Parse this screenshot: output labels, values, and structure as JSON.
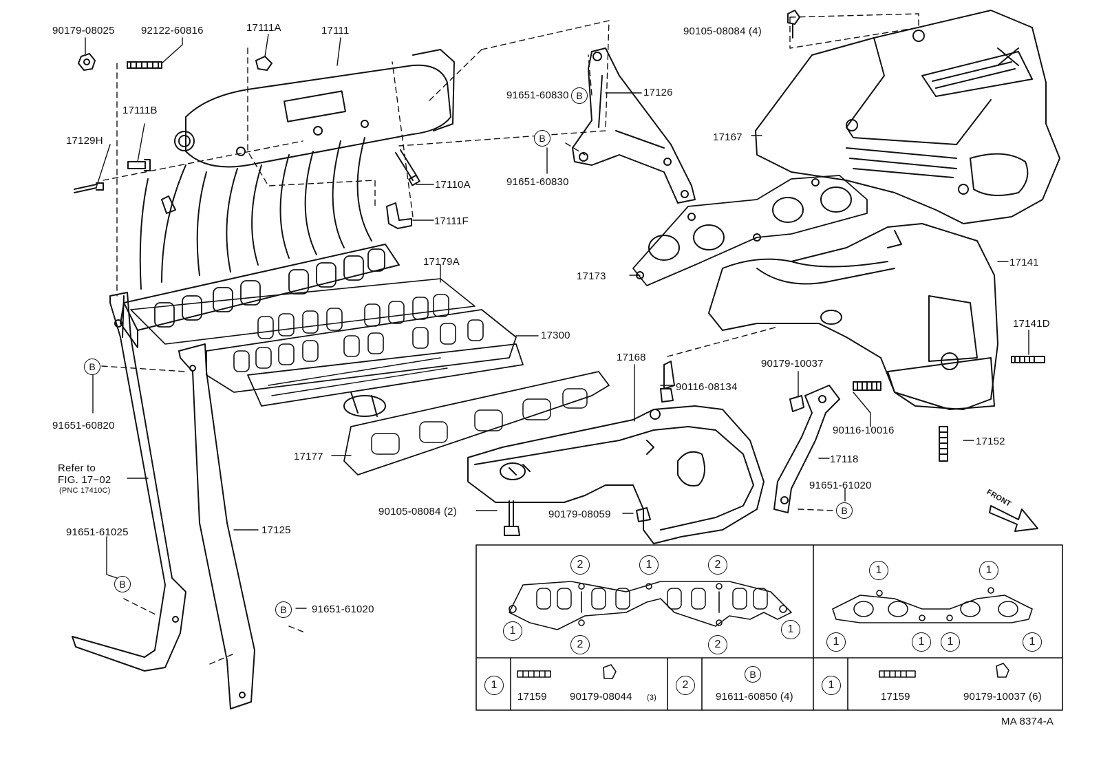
{
  "parts": {
    "p90179_08025": "90179-08025",
    "p92122_60816": "92122-60816",
    "p17111A": "17111A",
    "p17111": "17111",
    "p17111B": "17111B",
    "p17129H": "17129H",
    "p17110A": "17110A",
    "p17111F": "17111F",
    "p17179A": "17179A",
    "p17300": "17300",
    "p91651_60820": "91651-60820",
    "p17177": "17177",
    "p91651_61025": "91651-61025",
    "p17125": "17125",
    "p91651_61020_a": "91651-61020",
    "p91651_60830_a": "91651-60830",
    "p91651_60830_b": "91651-60830",
    "p17126": "17126",
    "p90105_08084_4": "90105-08084 (4)",
    "p17167": "17167",
    "p17173": "17173",
    "p17141": "17141",
    "p17141D": "17141D",
    "p17168": "17168",
    "p90179_10037": "90179-10037",
    "p90116_08134": "90116-08134",
    "p90116_10016": "90116-10016",
    "p17152": "17152",
    "p17118": "17118",
    "p91651_61020_b": "91651-61020",
    "p90105_08084_2": "90105-08084 (2)",
    "p90179_08059": "90179-08059"
  },
  "refer": {
    "line1": "Refer to",
    "line2": "FIG. 17−02",
    "line3": "(PNC 17410C)"
  },
  "markers": {
    "b": "B",
    "one": "1",
    "two": "2"
  },
  "front_label": "FRONT",
  "legend": {
    "row1_17159": "17159",
    "row1_90179_08044": "90179-08044",
    "row1_qty": "(3)",
    "row2_91611_60850": "91611-60850 (4)",
    "row3_17159": "17159",
    "row3_90179_10037": "90179-10037 (6)"
  },
  "figure_code": "MA  8374-A"
}
